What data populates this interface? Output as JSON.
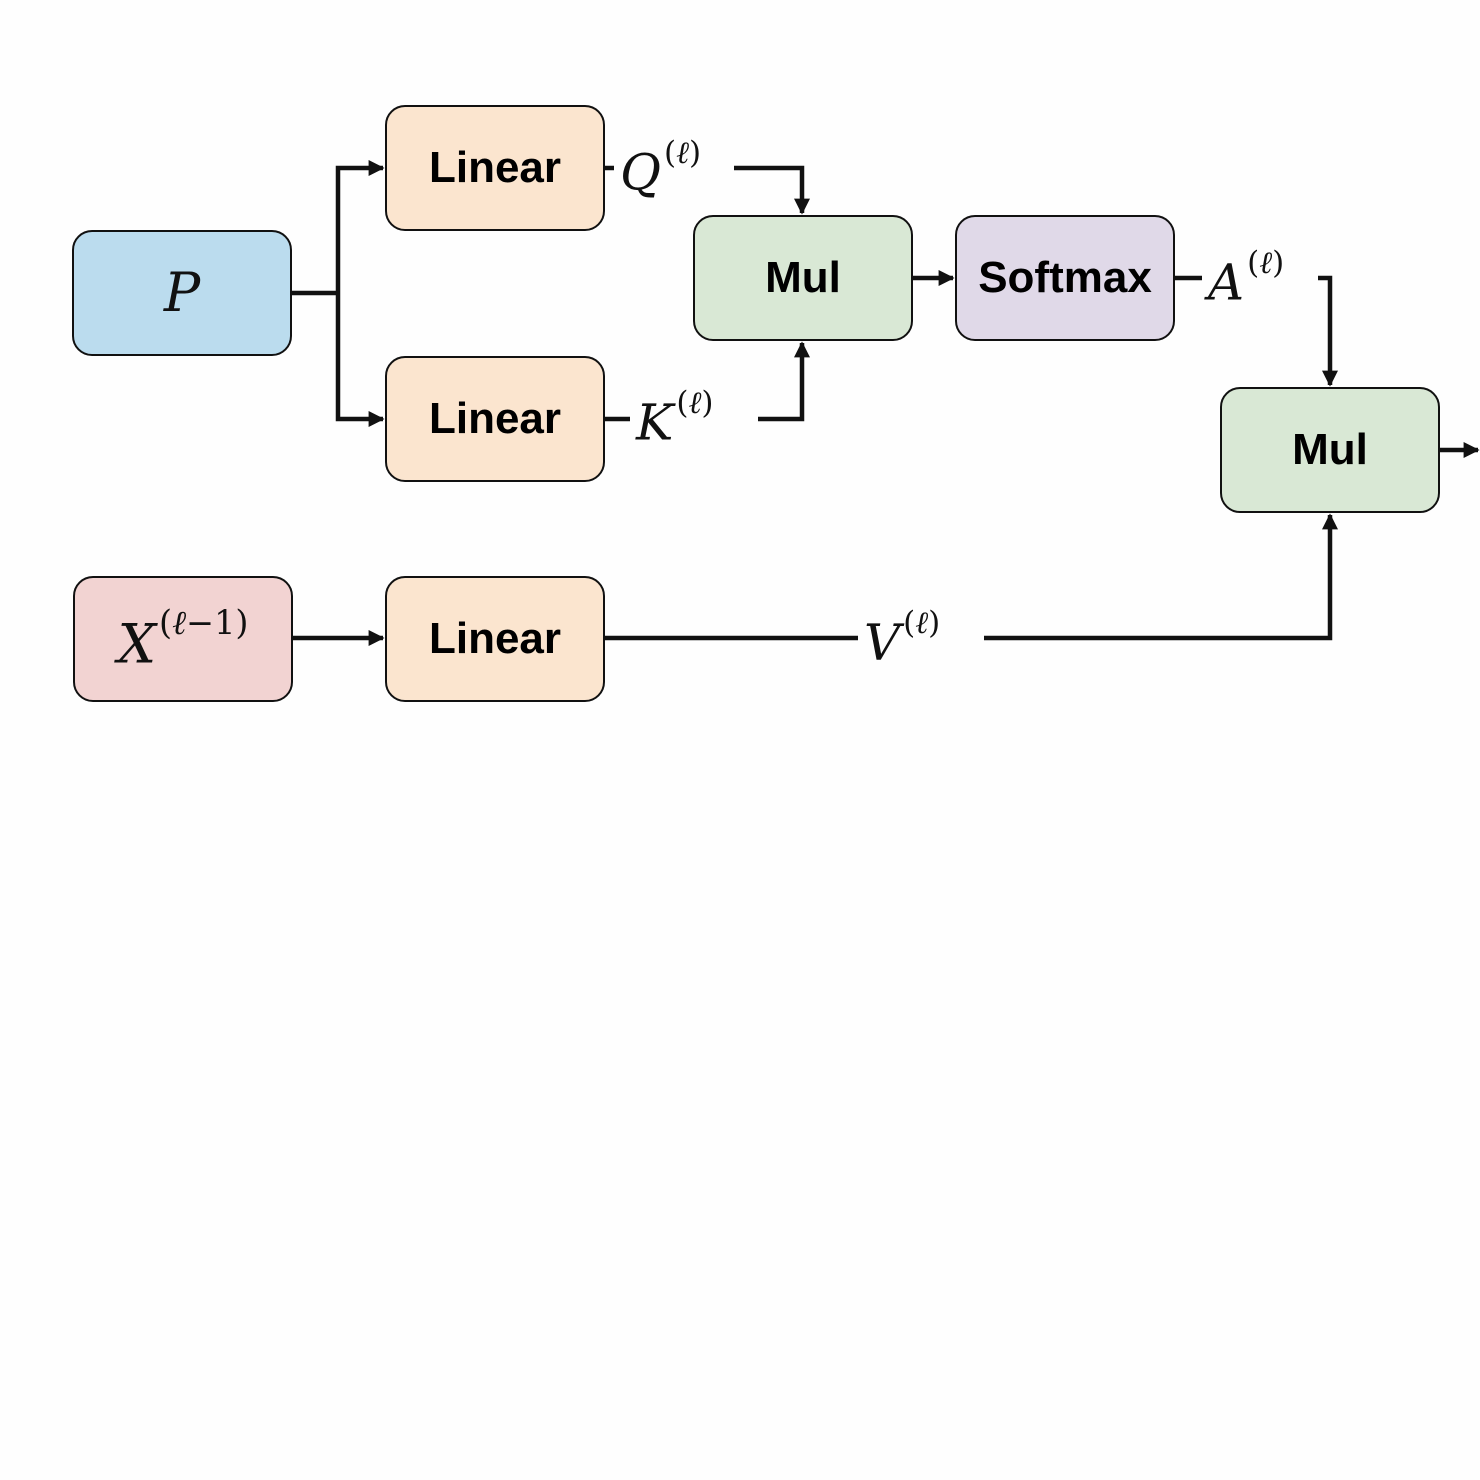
{
  "diagram": {
    "nodes": {
      "p": {
        "label": "P",
        "kind": "input",
        "color": "#bbdcee"
      },
      "lin_q": {
        "label": "Linear",
        "kind": "operation",
        "color": "#fbe5cf"
      },
      "lin_k": {
        "label": "Linear",
        "kind": "operation",
        "color": "#fbe5cf"
      },
      "mul1": {
        "label": "Mul",
        "kind": "operation",
        "color": "#d9e8d5"
      },
      "softmax": {
        "label": "Softmax",
        "kind": "operation",
        "color": "#e0d9e8"
      },
      "mul2": {
        "label": "Mul",
        "kind": "operation",
        "color": "#d9e8d5"
      },
      "x": {
        "label": "X",
        "superscript_var": "ℓ",
        "superscript_rest": "−1",
        "kind": "input",
        "color": "#f2d3d2"
      },
      "lin_v": {
        "label": "Linear",
        "kind": "operation",
        "color": "#fbe5cf"
      }
    },
    "edges": {
      "q": {
        "symbol": "Q",
        "superscript_var": "ℓ",
        "from": "Linear",
        "to": "Mul"
      },
      "k": {
        "symbol": "K",
        "superscript_var": "ℓ",
        "from": "Linear",
        "to": "Mul"
      },
      "a": {
        "symbol": "A",
        "superscript_var": "ℓ",
        "from": "Softmax",
        "to": "Mul"
      },
      "v": {
        "symbol": "V",
        "superscript_var": "ℓ",
        "from": "Linear",
        "to": "Mul"
      }
    },
    "colors": {
      "stroke": "#111111",
      "background": "#fefefe"
    }
  }
}
